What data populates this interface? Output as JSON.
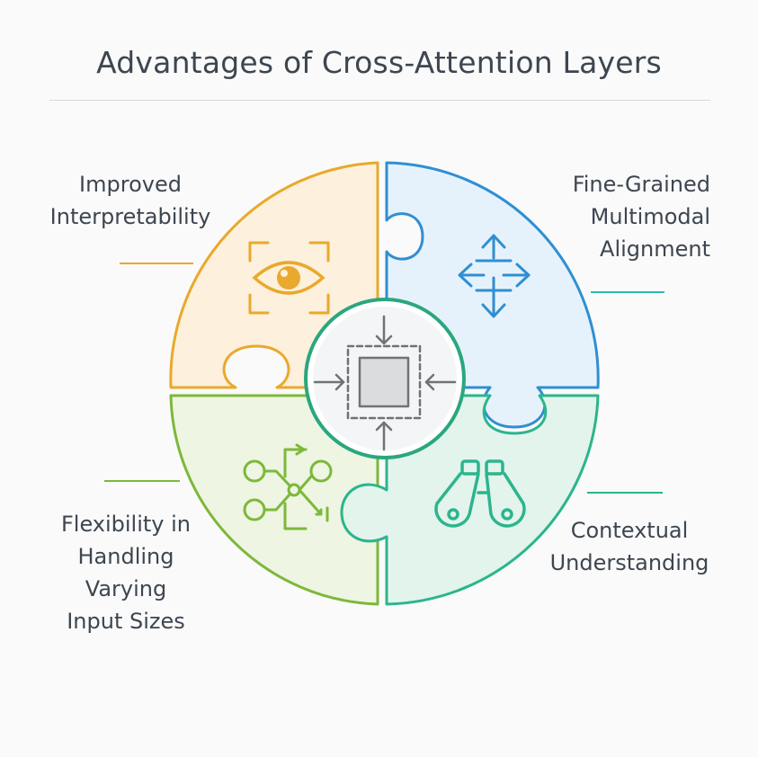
{
  "title": "Advantages of Cross-Attention Layers",
  "quadrants": [
    {
      "position": "top-left",
      "lines": [
        "Improved",
        "Interpretability"
      ],
      "icon": "eye-icon",
      "color": "#e9a92c",
      "fill": "#fdf0dc"
    },
    {
      "position": "top-right",
      "lines": [
        "Fine-Grained",
        "Multimodal",
        "Alignment"
      ],
      "icon": "move-arrows-icon",
      "color": "#2f8fd2",
      "fill": "#e6f2fb"
    },
    {
      "position": "bottom-left",
      "lines": [
        "Flexibility in",
        "Handling",
        "Varying",
        "Input Sizes"
      ],
      "icon": "network-icon",
      "color": "#7db83a",
      "fill": "#eef5e2"
    },
    {
      "position": "bottom-right",
      "lines": [
        "Contextual",
        "Understanding"
      ],
      "icon": "binoculars-icon",
      "color": "#2bb58e",
      "fill": "#e3f4ec"
    }
  ],
  "center": {
    "icon": "converge-arrows-icon",
    "color": "#2aa77e"
  }
}
